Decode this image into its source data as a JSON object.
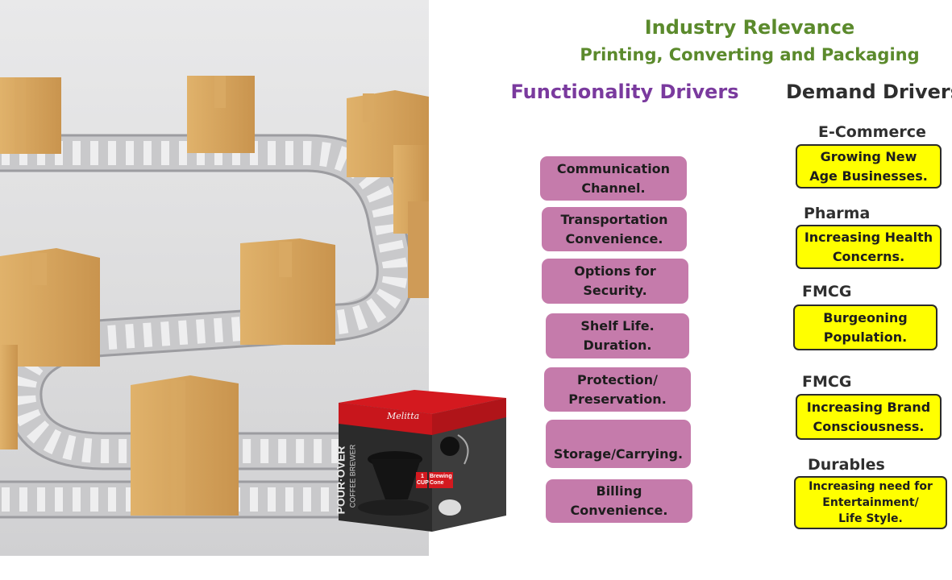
{
  "header": {
    "title": "Industry Relevance",
    "subtitle": "Printing, Converting and Packaging"
  },
  "functionality": {
    "heading": "Functionality Drivers",
    "items": [
      "Communication\nChannel.",
      "Transportation\nConvenience.",
      "Options for\nSecurity.",
      "Shelf Life.\nDuration.",
      "Protection/\nPreservation.",
      "Storage/Carrying.",
      "Billing\nConvenience."
    ]
  },
  "demand": {
    "heading": "Demand Drivers",
    "groups": [
      {
        "category": "E-Commerce",
        "driver": "Growing New\nAge Businesses."
      },
      {
        "category": "Pharma",
        "driver": "Increasing Health\nConcerns."
      },
      {
        "category": "FMCG",
        "driver": "Burgeoning\nPopulation."
      },
      {
        "category": "FMCG",
        "driver": "Increasing Brand\nConsciousness."
      },
      {
        "category": "Durables",
        "driver": "Increasing need for\nEntertainment/\nLife Style."
      }
    ]
  },
  "product_box": {
    "brand": "Melitta",
    "side_text_1": "POUR·OVER",
    "side_text_2": "COFFEE BREWER",
    "cup_label": "1 CUP",
    "cone_label": "Brewing Cone"
  },
  "colors": {
    "title_green": "#5b8a2c",
    "functionality_purple": "#7a3a9e",
    "functionality_box": "#c57bab",
    "demand_box": "#ffff00"
  }
}
